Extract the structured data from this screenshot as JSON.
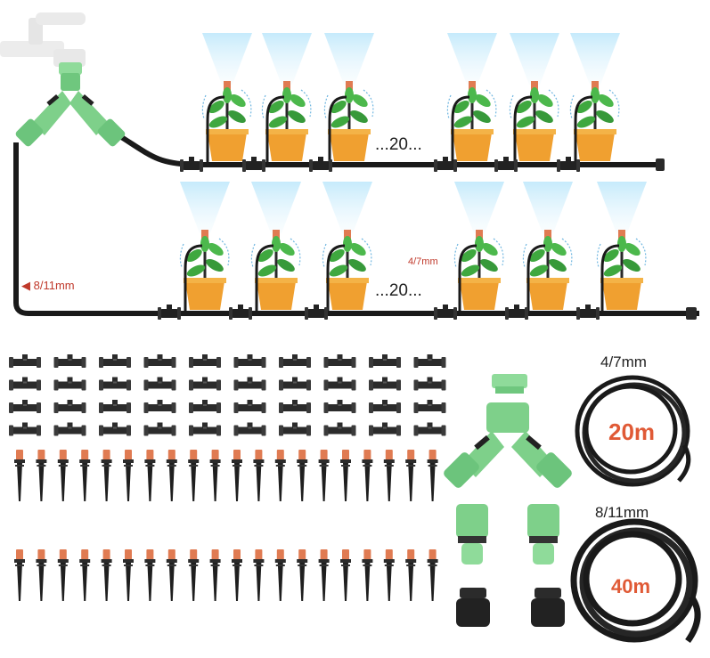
{
  "labels": {
    "count_row1": "...20...",
    "count_row2": "...20...",
    "tube_small_inline": "4/7mm",
    "tube_large_inline": "8/11mm",
    "tube_small_title": "4/7mm",
    "tube_large_title": "8/11mm",
    "length_small": "20m",
    "length_large": "40m"
  },
  "colors": {
    "tube": "#1a1a1a",
    "green_fitting": "#7ed08a",
    "green_dark": "#3aa04a",
    "emitter_orange": "#e07b52",
    "pot_orange": "#f0a030",
    "leaf_green": "#3fa83f",
    "spray_blue": "#9fd8f5",
    "red_text": "#c0392b"
  },
  "icons": {
    "faucet": "faucet-icon",
    "splitter": "y-splitter-icon",
    "plant": "potted-plant-icon",
    "tee": "tee-connector-icon",
    "stake": "drip-stake-icon",
    "coil": "tubing-coil-icon"
  }
}
